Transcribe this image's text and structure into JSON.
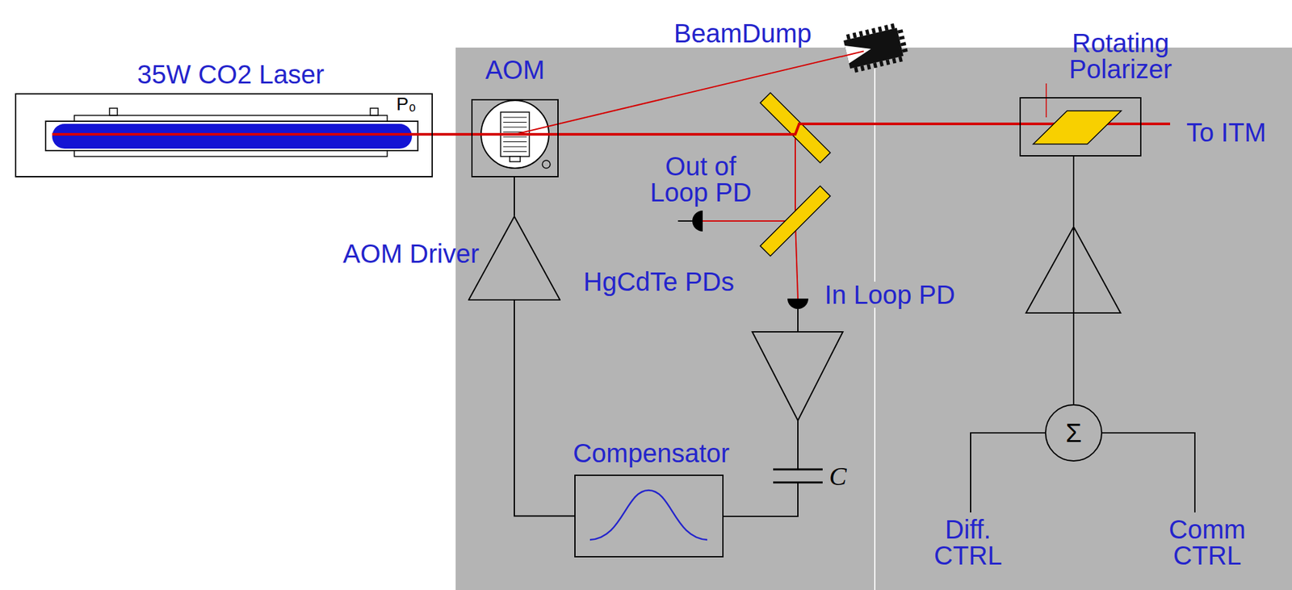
{
  "diagram": {
    "nodes": [
      {
        "text": [
          "35W CO2 Laser"
        ]
      },
      {
        "text": [
          "AOM"
        ]
      },
      {
        "text": [
          "BeamDump"
        ]
      },
      {
        "text": [
          "AOM Driver"
        ]
      },
      {
        "text": [
          "Compensator"
        ]
      },
      {
        "text": [
          "Rotating Polarizer"
        ]
      },
      {
        "text": [
          "Σ"
        ]
      }
    ],
    "edges": [
      {
        "from": 0,
        "to": 1,
        "arrow": "none"
      },
      {
        "from": 1,
        "to": 2,
        "arrow": "none"
      },
      {
        "from": 1,
        "to": 5,
        "arrow": "none"
      },
      {
        "from": 3,
        "to": 1,
        "arrow": "none"
      },
      {
        "from": 4,
        "to": 3,
        "arrow": "none"
      },
      {
        "from": 6,
        "to": 5,
        "arrow": "none"
      }
    ],
    "labels": [
      "P₀",
      "Out of Loop PD",
      "HgCdTe PDs",
      "In Loop PD",
      "C",
      "To ITM",
      "Diff. CTRL",
      "Comm CTRL"
    ]
  }
}
